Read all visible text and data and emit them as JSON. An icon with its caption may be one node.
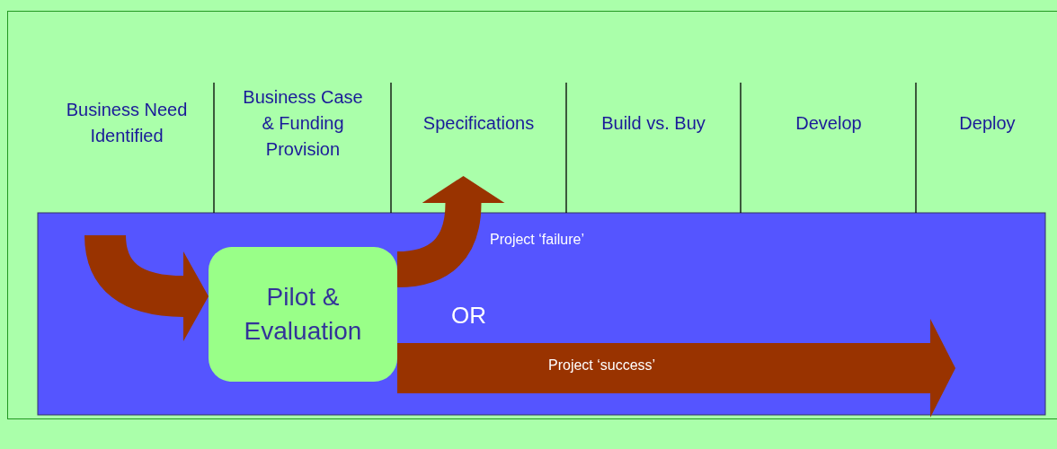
{
  "diagram": {
    "nodes": [
      {
        "text": [
          "Business Need Identified"
        ]
      },
      {
        "text": [
          "Business Case & Funding Provision"
        ]
      },
      {
        "text": [
          "Specifications"
        ]
      },
      {
        "text": [
          "Build vs. Buy"
        ]
      },
      {
        "text": [
          "Develop"
        ]
      },
      {
        "text": [
          "Deploy"
        ]
      },
      {
        "text": [
          "Pilot & Evaluation"
        ]
      }
    ],
    "edges": [
      {
        "from": null,
        "to": 6,
        "arrow": "to"
      },
      {
        "from": 6,
        "to": 2,
        "arrow": "to",
        "label": "Project ‘failure’"
      },
      {
        "from": 6,
        "to": null,
        "arrow": "to",
        "label": "Project ‘success’"
      }
    ],
    "labels": [
      "OR"
    ]
  }
}
